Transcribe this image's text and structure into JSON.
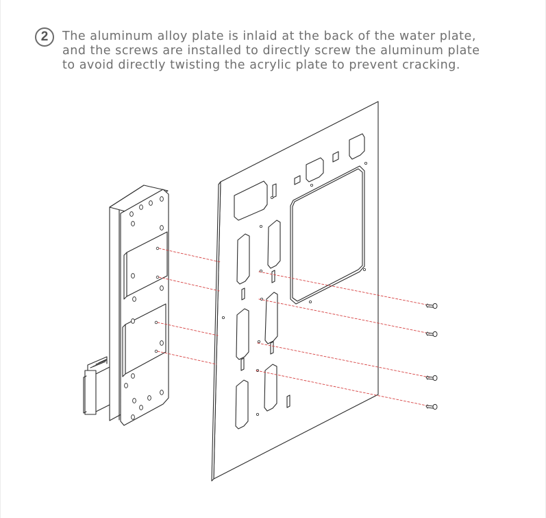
{
  "step": {
    "number": "2",
    "lines": [
      "The aluminum alloy plate is inlaid at the back of the water plate,",
      "and the screws are installed to directly screw the aluminum plate",
      "to avoid directly twisting the acrylic plate to prevent cracking."
    ]
  },
  "diagram": {
    "parts": [
      "water-plate-block",
      "acrylic-mounting-panel",
      "mounting-screw"
    ],
    "screw_count": 4,
    "colors": {
      "line": "#2b2b2b",
      "dashed_guide": "#d64040",
      "text": "#6f6f6f"
    }
  }
}
